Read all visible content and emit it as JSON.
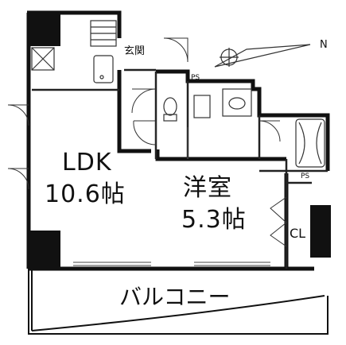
{
  "compass": {
    "north_label": "N"
  },
  "rooms": {
    "entrance": "玄関",
    "ldk_name": "LDK",
    "ldk_size": "10.6帖",
    "western_name": "洋室",
    "western_size": "5.3帖",
    "closet": "CL",
    "balcony": "バルコニー",
    "pipe_space_1": "PS",
    "pipe_space_2": "PS"
  },
  "colors": {
    "wall": "#111111",
    "fixture": "#333333",
    "background": "#ffffff"
  }
}
